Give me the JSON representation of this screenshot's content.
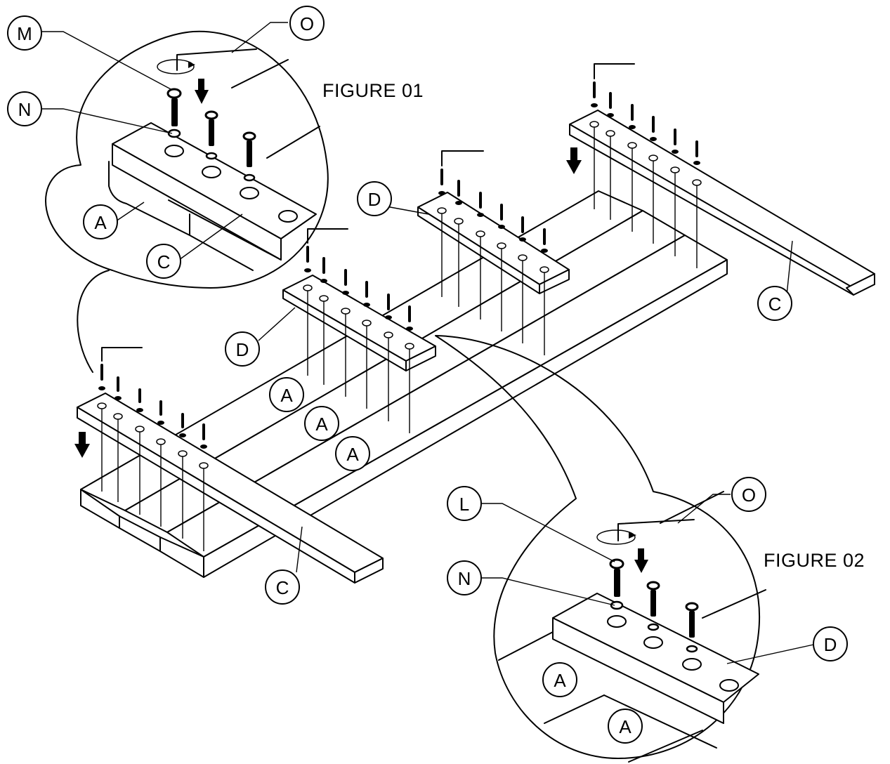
{
  "figures": {
    "figure1_label": "FIGURE 01",
    "figure2_label": "FIGURE 02"
  },
  "parts": {
    "A": "A",
    "C": "C",
    "D": "D",
    "L": "L",
    "M": "M",
    "N": "N",
    "O": "O"
  },
  "icons": {
    "hex_key": "hex-key-icon",
    "rotate": "rotate-arrow-icon",
    "down_arrow": "down-arrow-icon",
    "bolt": "bolt-icon",
    "washer": "washer-icon"
  }
}
